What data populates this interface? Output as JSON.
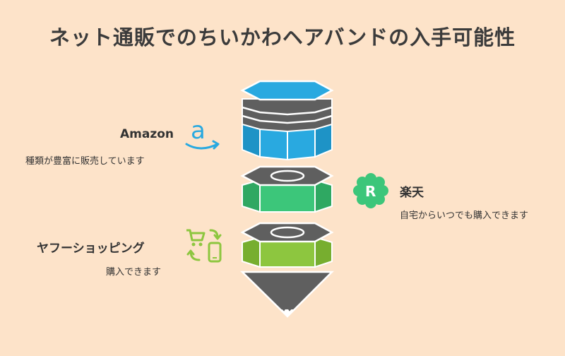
{
  "title": "ネット通販でのちいかわヘアバンドの入手可能性",
  "items": [
    {
      "name": "Amazon",
      "description": "種類が豊富に販売しています",
      "icon": "amazon-icon"
    },
    {
      "name": "楽天",
      "description": "自宅からいつでも購入できます",
      "icon": "rakuten-icon"
    },
    {
      "name": "ヤフーショッピング",
      "description": "購入できます",
      "icon": "shopping-app-icon"
    }
  ],
  "colors": {
    "background": "#FDE3C9",
    "amazon": "#29A9E0",
    "rakuten": "#3CC67A",
    "yahoo": "#8DC63F",
    "pencil": "#5F5F5F"
  }
}
